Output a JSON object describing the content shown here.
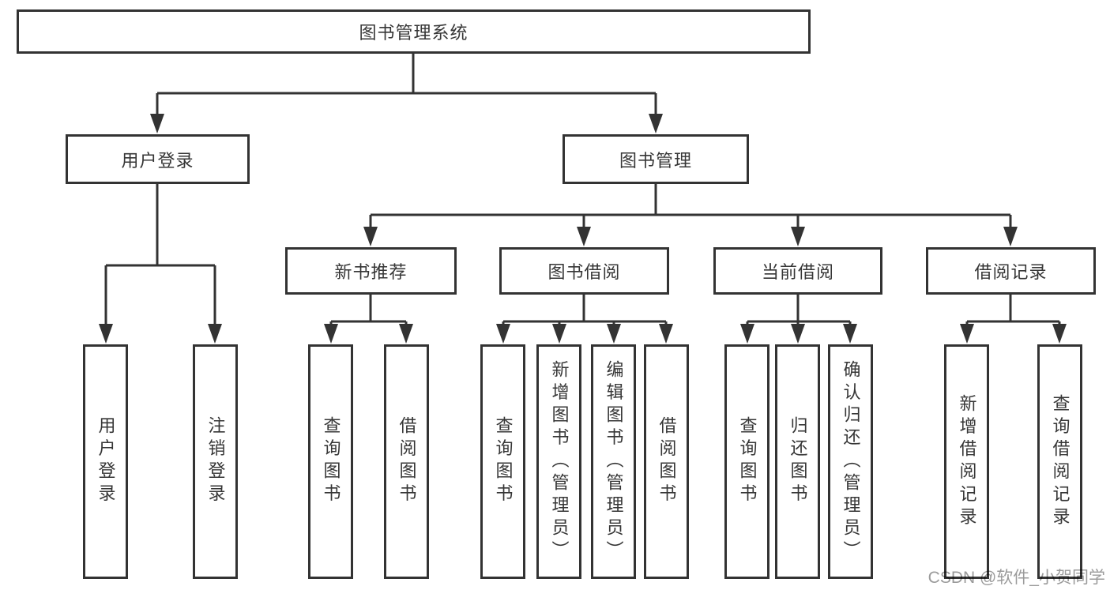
{
  "tree": {
    "root": "图书管理系统",
    "user_login": {
      "label": "用户登录",
      "leaves": [
        "用户登录",
        "注销登录"
      ]
    },
    "book_mgmt": {
      "label": "图书管理",
      "groups": [
        {
          "label": "新书推荐",
          "leaves": [
            "查询图书",
            "借阅图书"
          ]
        },
        {
          "label": "图书借阅",
          "leaves": [
            "查询图书",
            "新增图书（管理员）",
            "编辑图书（管理员）",
            "借阅图书"
          ]
        },
        {
          "label": "当前借阅",
          "leaves": [
            "查询图书",
            "归还图书",
            "确认归还（管理员）"
          ]
        },
        {
          "label": "借阅记录",
          "leaves": [
            "新增借阅记录",
            "查询借阅记录"
          ]
        }
      ]
    }
  },
  "watermark": "CSDN @软件_小贺同学",
  "colors": {
    "line": "#333333",
    "text": "#363636",
    "box_background": "#ffffff",
    "page_background": "#ffffff",
    "watermark": "#9b9b9b"
  }
}
